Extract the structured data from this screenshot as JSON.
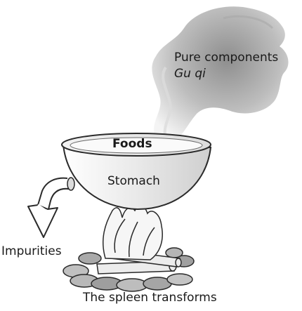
{
  "labels": {
    "pure_components": "Pure components",
    "gu_qi": "Gu qi",
    "foods": "Foods",
    "stomach": "Stomach",
    "impurities": "Impurities",
    "spleen": "The spleen transforms"
  },
  "colors": {
    "outline": "#2a2a2a",
    "vapor_light": "#e6e6e6",
    "vapor_dark": "#9a9a9a",
    "stone": "#b5b5b5",
    "stone_dark": "#8c8c8c",
    "flame": "#f3f3f3",
    "wood": "#ececec"
  }
}
